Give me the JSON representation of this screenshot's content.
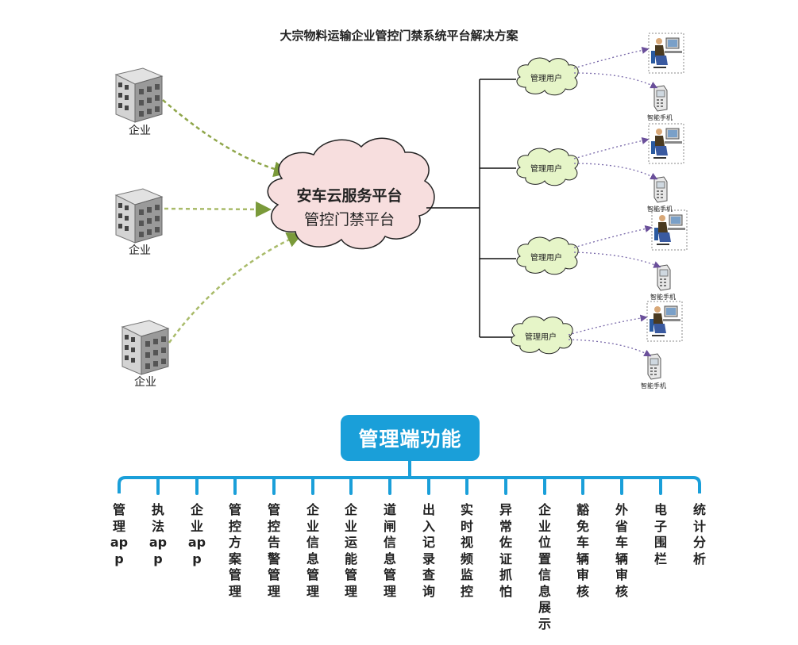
{
  "title": "大宗物料运输企业管控门禁系统平台解决方案",
  "enterprise_label": "企业",
  "cloud": {
    "line1": "安车云服务平台",
    "line2": "管控门禁平台"
  },
  "user_label": "管理用户",
  "phone_label": "智能手机",
  "tree": {
    "root": "管理端功能",
    "leaves": [
      "管理app",
      "执法app",
      "企业app",
      "管控方案管理",
      "管控告警管理",
      "企业信息管理",
      "企业运能管理",
      "道闸信息管理",
      "出入记录查询",
      "实时视频监控",
      "异常佐证抓怕",
      "企业位置信息展示",
      "豁免车辆审核",
      "外省车辆审核",
      "电子围栏",
      "统计分析"
    ]
  },
  "colors": {
    "accent": "#1a9fd9",
    "cloud_fill": "#f7dede",
    "user_cloud_fill": "#e6f5c8",
    "arrow": "#8fa64a"
  }
}
